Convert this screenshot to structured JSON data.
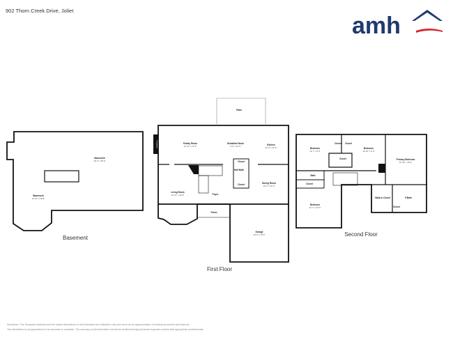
{
  "title": "902 Thorn Creek Drive, Joliet",
  "logo": {
    "text": "amh",
    "brand_color": "#1f3a6e",
    "accent_color": "#d7262e"
  },
  "floors": {
    "basement": {
      "label": "Basement",
      "rooms": [
        {
          "name": "Basement",
          "dims": "40' 2\" x 28' 9\""
        },
        {
          "name": "Basement",
          "dims": "21' 11\" x 19' 8\""
        }
      ]
    },
    "first": {
      "label": "First Floor",
      "rooms": [
        {
          "name": "Patio",
          "dims": ""
        },
        {
          "name": "Family Room",
          "dims": "21' 11\" x 13' 5\""
        },
        {
          "name": "Breakfast Nook",
          "dims": "9' 9\" x 13' 5\""
        },
        {
          "name": "Kitchen",
          "dims": "13' 3\" x 13' 5\""
        },
        {
          "name": "Closet",
          "dims": ""
        },
        {
          "name": "Half Bath",
          "dims": ""
        },
        {
          "name": "Closet",
          "dims": ""
        },
        {
          "name": "Dining Room",
          "dims": "13' 2\" x 13' 2\""
        },
        {
          "name": "Living Room",
          "dims": "12' 11\" x 19' 8\""
        },
        {
          "name": "Foyer",
          "dims": ""
        },
        {
          "name": "Porch",
          "dims": ""
        },
        {
          "name": "Garage",
          "dims": "19' 8\" x 19' 5\""
        },
        {
          "name": "Fireplace",
          "dims": ""
        }
      ]
    },
    "second": {
      "label": "Second Floor",
      "rooms": [
        {
          "name": "Bedroom",
          "dims": "12' 7\" x 9' 9\""
        },
        {
          "name": "Bedroom",
          "dims": "10' 10\" x 9' 9\""
        },
        {
          "name": "Primary Bedroom",
          "dims": "15' 10\" x 16' 8\""
        },
        {
          "name": "Closet",
          "dims": ""
        },
        {
          "name": "Closet",
          "dims": ""
        },
        {
          "name": "Closet",
          "dims": ""
        },
        {
          "name": "Bath",
          "dims": ""
        },
        {
          "name": "Closet",
          "dims": ""
        },
        {
          "name": "Bedroom",
          "dims": "12' 7\" x 13' 5\""
        },
        {
          "name": "Walk-in Closet",
          "dims": ""
        },
        {
          "name": "P.Bath",
          "dims": ""
        },
        {
          "name": "Closet",
          "dims": ""
        }
      ]
    }
  },
  "disclaimer": [
    "Disclaimer: The floorplans depicted and the stated dimensions in this illustration are indicative only and serve as an approximation of existing structures and features.",
    "This illustration is not guaranteed to be accurate or complete. The accuracy of all information should be verified through personal inspection and/or with appropriate professionals."
  ]
}
